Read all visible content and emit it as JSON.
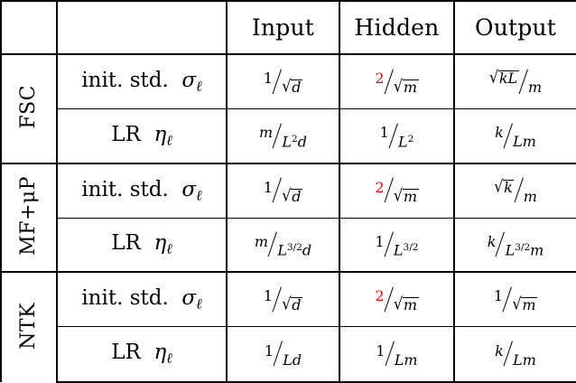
{
  "table": {
    "caption_present": false,
    "columns": [
      "",
      "",
      "Input",
      "Hidden",
      "Output"
    ],
    "header": {
      "col_tag": "",
      "col_rowhead": "",
      "input": "Input",
      "hidden": "Hidden",
      "output": "Output"
    },
    "row_labels": {
      "init_std": "init. std.",
      "init_std_symbol": "σ",
      "init_std_subscript": "ℓ",
      "lr": "LR",
      "lr_symbol": "η",
      "lr_subscript": "ℓ"
    },
    "accent_color": "#ff0000",
    "groups": [
      {
        "name": "FSC",
        "rows": [
          {
            "label_key": "init_std",
            "cells": [
              {
                "num": "1",
                "num_red": false,
                "den": "√d",
                "den_kind": "sqrt",
                "den_radicand": "d",
                "text": "1/√d"
              },
              {
                "num": "2",
                "num_red": true,
                "den": "√m",
                "den_kind": "sqrt",
                "den_radicand": "m",
                "text": "2/√m"
              },
              {
                "num": "√kL",
                "num_red": false,
                "num_kind": "sqrt",
                "num_radicand": "kL",
                "den": "m",
                "text": "√(kL)/m"
              }
            ]
          },
          {
            "label_key": "lr",
            "cells": [
              {
                "num": "m",
                "den": "L²d",
                "den_base": "L",
                "den_exp": "2",
                "den_tail": "d",
                "text": "m/L^2 d"
              },
              {
                "num": "1",
                "den": "L²",
                "den_base": "L",
                "den_exp": "2",
                "den_tail": "",
                "text": "1/L^2"
              },
              {
                "num": "k",
                "den": "Lm",
                "den_base": "L",
                "den_exp": "",
                "den_tail": "m",
                "text": "k/Lm"
              }
            ]
          }
        ]
      },
      {
        "name": "MF+μP",
        "rows": [
          {
            "label_key": "init_std",
            "cells": [
              {
                "num": "1",
                "num_red": false,
                "den": "√d",
                "den_kind": "sqrt",
                "den_radicand": "d",
                "text": "1/√d"
              },
              {
                "num": "2",
                "num_red": true,
                "den": "√m",
                "den_kind": "sqrt",
                "den_radicand": "m",
                "text": "2/√m"
              },
              {
                "num": "√k",
                "num_red": false,
                "num_kind": "sqrt",
                "num_radicand": "k",
                "den": "m",
                "text": "√k/m"
              }
            ]
          },
          {
            "label_key": "lr",
            "cells": [
              {
                "num": "m",
                "den": "L^{3/2}d",
                "den_base": "L",
                "den_exp": "3/2",
                "den_tail": "d",
                "text": "m/L^{3/2} d"
              },
              {
                "num": "1",
                "den": "L^{3/2}",
                "den_base": "L",
                "den_exp": "3/2",
                "den_tail": "",
                "text": "1/L^{3/2}"
              },
              {
                "num": "k",
                "den": "L^{3/2}m",
                "den_base": "L",
                "den_exp": "3/2",
                "den_tail": "m",
                "text": "k/L^{3/2} m"
              }
            ]
          }
        ]
      },
      {
        "name": "NTK",
        "rows": [
          {
            "label_key": "init_std",
            "cells": [
              {
                "num": "1",
                "num_red": false,
                "den": "√d",
                "den_kind": "sqrt",
                "den_radicand": "d",
                "text": "1/√d"
              },
              {
                "num": "2",
                "num_red": true,
                "den": "√m",
                "den_kind": "sqrt",
                "den_radicand": "m",
                "text": "2/√m"
              },
              {
                "num": "1",
                "num_red": false,
                "den": "√m",
                "den_kind": "sqrt",
                "den_radicand": "m",
                "text": "1/√m"
              }
            ]
          },
          {
            "label_key": "lr",
            "cells": [
              {
                "num": "1",
                "den": "Ld",
                "den_base": "L",
                "den_exp": "",
                "den_tail": "d",
                "text": "1/Ld"
              },
              {
                "num": "1",
                "den": "Lm",
                "den_base": "L",
                "den_exp": "",
                "den_tail": "m",
                "text": "1/Lm"
              },
              {
                "num": "k",
                "den": "Lm",
                "den_base": "L",
                "den_exp": "",
                "den_tail": "m",
                "text": "k/Lm"
              }
            ]
          }
        ]
      }
    ]
  }
}
